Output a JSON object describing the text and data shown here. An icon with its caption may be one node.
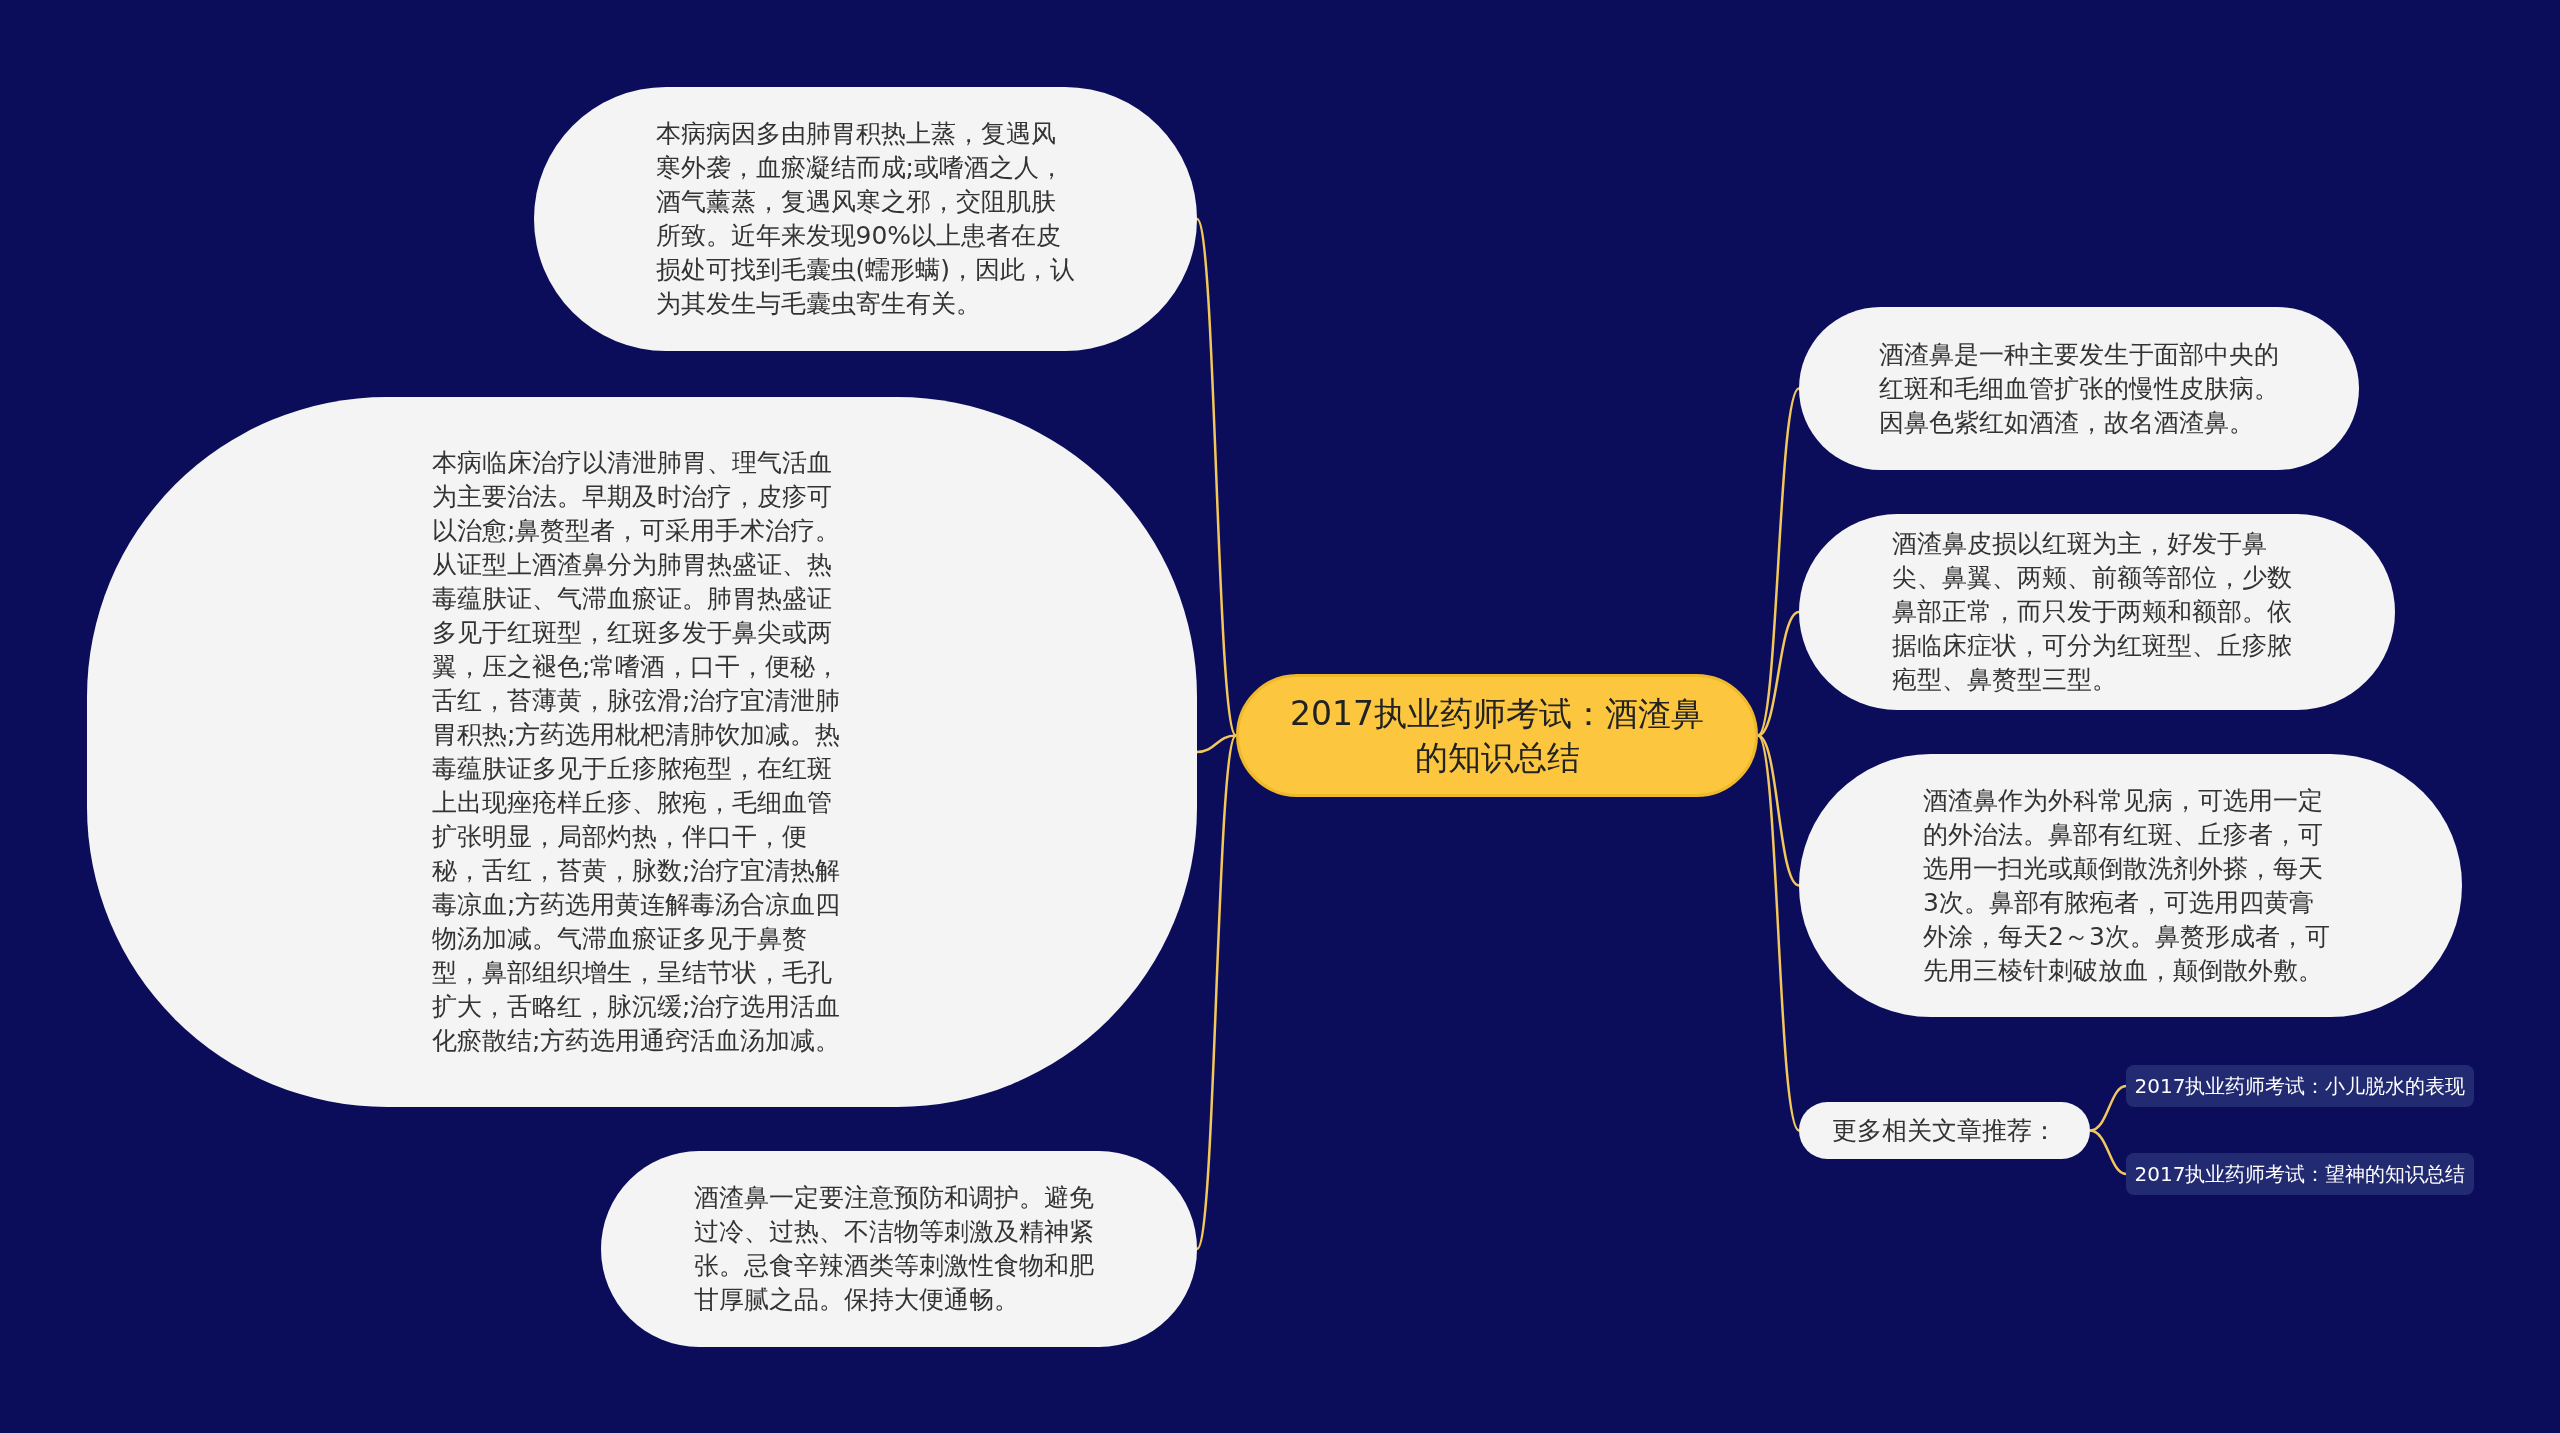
{
  "diagram": {
    "nodes": [
      {
        "text": [
          "2017执业药师考试：酒渣鼻的知识总结"
        ]
      },
      {
        "text": [
          "本病病因多由肺胃积热上蒸，复遇风寒外袭，血瘀凝结而成;或嗜酒之人，酒气薰蒸，复遇风寒之邪，交阻肌肤所致。近年来发现90%以上患者在皮损处可找到毛囊虫(蠕形螨)，因此，认为其发生与毛囊虫寄生有关。"
        ]
      },
      {
        "text": [
          "本病临床治疗以清泄肺胃、理气活血为主要治法。早期及时治疗，皮疹可以治愈;鼻赘型者，可采用手术治疗。从证型上酒渣鼻分为肺胃热盛证、热毒蕴肤证、气滞血瘀证。肺胃热盛证多见于红斑型，红斑多发于鼻尖或两翼，压之褪色;常嗜酒，口干，便秘，舌红，苔薄黄，脉弦滑;治疗宜清泄肺胃积热;方药选用枇杷清肺饮加减。热毒蕴肤证多见于丘疹脓疱型，在红斑上出现痤疮样丘疹、脓疱，毛细血管扩张明显，局部灼热，伴口干，便秘，舌红，苔黄，脉数;治疗宜清热解毒凉血;方药选用黄连解毒汤合凉血四物汤加减。气滞血瘀证多见于鼻赘型，鼻部组织增生，呈结节状，毛孔扩大，舌略红，脉沉缓;治疗选用活血化瘀散结;方药选用通窍活血汤加减。"
        ]
      },
      {
        "text": [
          "酒渣鼻一定要注意预防和调护。避免过冷、过热、不洁物等刺激及精神紧张。忌食辛辣酒类等刺激性食物和肥甘厚腻之品。保持大便通畅。"
        ]
      },
      {
        "text": [
          "酒渣鼻是一种主要发生于面部中央的红斑和毛细血管扩张的慢性皮肤病。因鼻色紫红如酒渣，故名酒渣鼻。"
        ]
      },
      {
        "text": [
          "酒渣鼻皮损以红斑为主，好发于鼻尖、鼻翼、两颊、前额等部位，少数鼻部正常，而只发于两颊和额部。依据临床症状，可分为红斑型、丘疹脓疱型、鼻赘型三型。"
        ]
      },
      {
        "text": [
          "酒渣鼻作为外科常见病，可选用一定的外治法。鼻部有红斑、丘疹者，可选用一扫光或颠倒散洗剂外搽，每天3次。鼻部有脓疱者，可选用四黄膏外涂，每天2～3次。鼻赘形成者，可先用三棱针刺破放血，颠倒散外敷。"
        ]
      },
      {
        "text": [
          "更多相关文章推荐："
        ]
      },
      {
        "text": [
          "2017执业药师考试：小儿脱水的表现"
        ]
      },
      {
        "text": [
          "2017执业药师考试：望神的知识总结"
        ]
      }
    ],
    "edges": [
      {
        "from": 0,
        "to": 1,
        "arrow": "none"
      },
      {
        "from": 0,
        "to": 2,
        "arrow": "none"
      },
      {
        "from": 0,
        "to": 3,
        "arrow": "none"
      },
      {
        "from": 0,
        "to": 4,
        "arrow": "none"
      },
      {
        "from": 0,
        "to": 5,
        "arrow": "none"
      },
      {
        "from": 0,
        "to": 6,
        "arrow": "none"
      },
      {
        "from": 0,
        "to": 7,
        "arrow": "none"
      },
      {
        "from": 7,
        "to": 8,
        "arrow": "none"
      },
      {
        "from": 7,
        "to": 9,
        "arrow": "none"
      }
    ]
  }
}
